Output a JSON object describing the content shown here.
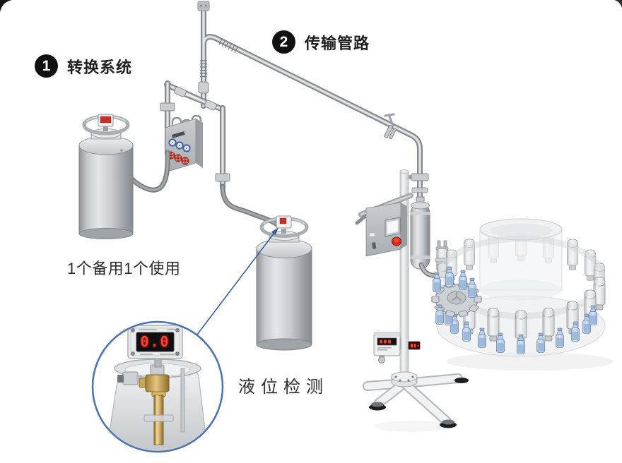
{
  "diagram": {
    "step1": {
      "badge": "1",
      "label": "转换系统"
    },
    "step2": {
      "badge": "2",
      "label": "传输管路"
    },
    "standby_note": "1个备用1个使用",
    "level_note": "液位检测",
    "level_display_value": "0.0"
  },
  "colors": {
    "background": "#ffffff",
    "badge_black": "#111111",
    "text_dark": "#2d2d2d",
    "leader_blue": "#3a5fa0",
    "inset_ring_blue": "#4a72ae",
    "metal_light": "#e4e6e8",
    "metal_mid": "#b9bdc1",
    "metal_dark": "#83888c",
    "gauge_ring_blue": "#3f62a0",
    "valve_red": "#c23a2c",
    "estop_red": "#d7291a",
    "led_red": "#ff4136",
    "bottle_blue": "#a9c1e1",
    "brass_gold": "#c8a75c"
  }
}
